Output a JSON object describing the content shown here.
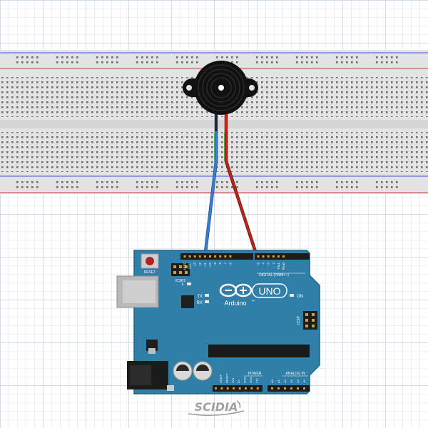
{
  "colors": {
    "breadboard": "#e3e3e3",
    "breadboard_rail_red": "#d33a3a",
    "breadboard_rail_blue": "#3b56c9",
    "arduino_board": "#2f7fa8",
    "arduino_dark": "#1d5c7a",
    "wire_blue": "#3a7ed0",
    "wire_red": "#b8261e",
    "buzzer": "#111111"
  },
  "arduino": {
    "brand": "Arduino",
    "model_badge": "UNO",
    "tm": "™",
    "reset_label": "RESET",
    "icsp2_label": "ICSP2",
    "icsp_label": "ICSP",
    "led_l": "L",
    "led_tx": "TX",
    "led_rx": "RX",
    "on_label": "ON",
    "digital_label": "DIGITAL (PWM=~)",
    "power_label": "POWER",
    "analog_label": "ANALOG IN",
    "digital_pins": [
      "AREF",
      "GND",
      "13",
      "12",
      "~11",
      "~10",
      "~9",
      "8",
      "7",
      "~6",
      "~5",
      "4",
      "~3",
      "2",
      "TX▸1",
      "RX◂0"
    ],
    "power_pins": [
      "IOREF",
      "RESET",
      "3V3",
      "5V",
      "GND",
      "GND",
      "VIN"
    ],
    "analog_pins": [
      "A0",
      "A1",
      "A2",
      "A3",
      "A4",
      "A5"
    ]
  },
  "watermark": {
    "text": "SCIDIA"
  }
}
